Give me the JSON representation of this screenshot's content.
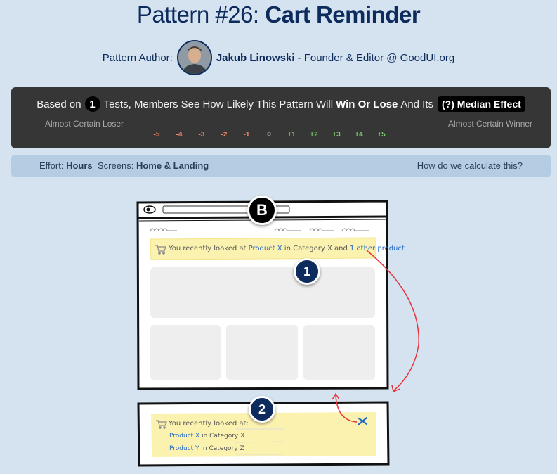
{
  "header": {
    "title_prefix": "Pattern #26: ",
    "title_name": "Cart Reminder",
    "author_label": "Pattern Author:",
    "author_name": "Jakub Linowski",
    "author_role": "- Founder & Editor @ GoodUI.org"
  },
  "rating": {
    "based_on": "Based on",
    "tests_count": "1",
    "sentence": "Tests, Members See How Likely This Pattern Will",
    "win_lose": "Win Or Lose",
    "and_its": "And Its",
    "median_label": "(?) Median Effect",
    "left_label": "Almost Certain Loser",
    "right_label": "Almost Certain Winner",
    "ticks": [
      "-5",
      "-4",
      "-3",
      "-2",
      "-1",
      "0",
      "+1",
      "+2",
      "+3",
      "+4",
      "+5"
    ]
  },
  "meta": {
    "effort_label": "Effort:",
    "effort_value": "Hours",
    "screens_label": "Screens:",
    "screens_value": "Home & Landing",
    "how_calc": "How do we calculate this?"
  },
  "illustration": {
    "variant_label": "B",
    "marker_1": "1",
    "marker_2": "2",
    "banner_prefix": "You recently looked at",
    "banner_link1": "Product X",
    "banner_mid": "in Category X and",
    "banner_link2": "1 other product",
    "panel_title": "You recently looked at:",
    "panel_item1_link": "Product X",
    "panel_item1_rest": "in Category X",
    "panel_item2_link": "Product Y",
    "panel_item2_rest": "in Category Z"
  },
  "colors": {
    "navy": "#0d2b5c",
    "page_bg": "#d5e3f0",
    "notice_yellow": "#fcf2b0",
    "arrow_red": "#e8323c",
    "link_blue": "#2468c4"
  }
}
